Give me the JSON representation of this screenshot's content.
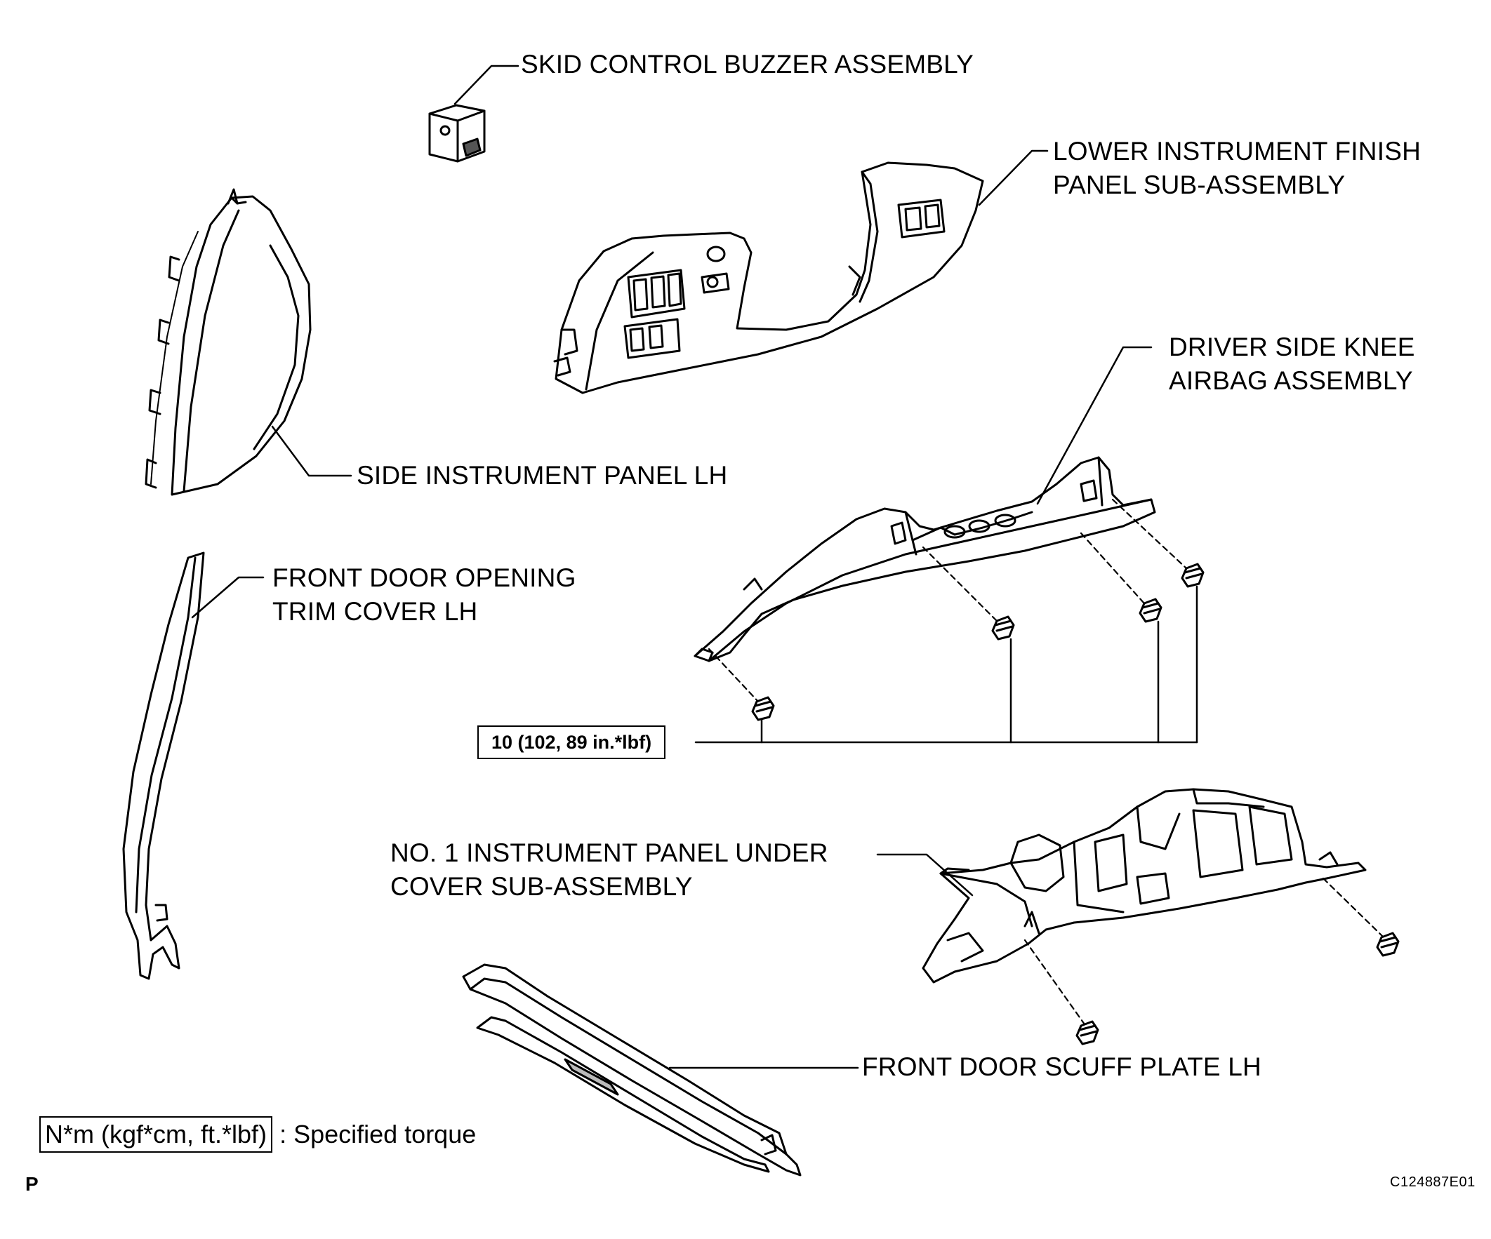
{
  "labels": {
    "buzzer": "SKID CONTROL BUZZER ASSEMBLY",
    "lower_panel_1": "LOWER INSTRUMENT FINISH",
    "lower_panel_2": "PANEL SUB-ASSEMBLY",
    "knee_airbag_1": "DRIVER SIDE KNEE",
    "knee_airbag_2": "AIRBAG ASSEMBLY",
    "side_panel": "SIDE INSTRUMENT PANEL LH",
    "door_trim_1": "FRONT DOOR OPENING",
    "door_trim_2": "TRIM COVER LH",
    "under_cover_1": "NO. 1 INSTRUMENT PANEL UNDER",
    "under_cover_2": "COVER SUB-ASSEMBLY",
    "scuff_plate": "FRONT DOOR SCUFF PLATE LH"
  },
  "torque": {
    "value": "10 (102, 89 in.*lbf)"
  },
  "legend": {
    "units": "N*m (kgf*cm, ft.*lbf)",
    "text": ": Specified torque"
  },
  "corner_mark": "P",
  "figure_code": "C124887E01"
}
